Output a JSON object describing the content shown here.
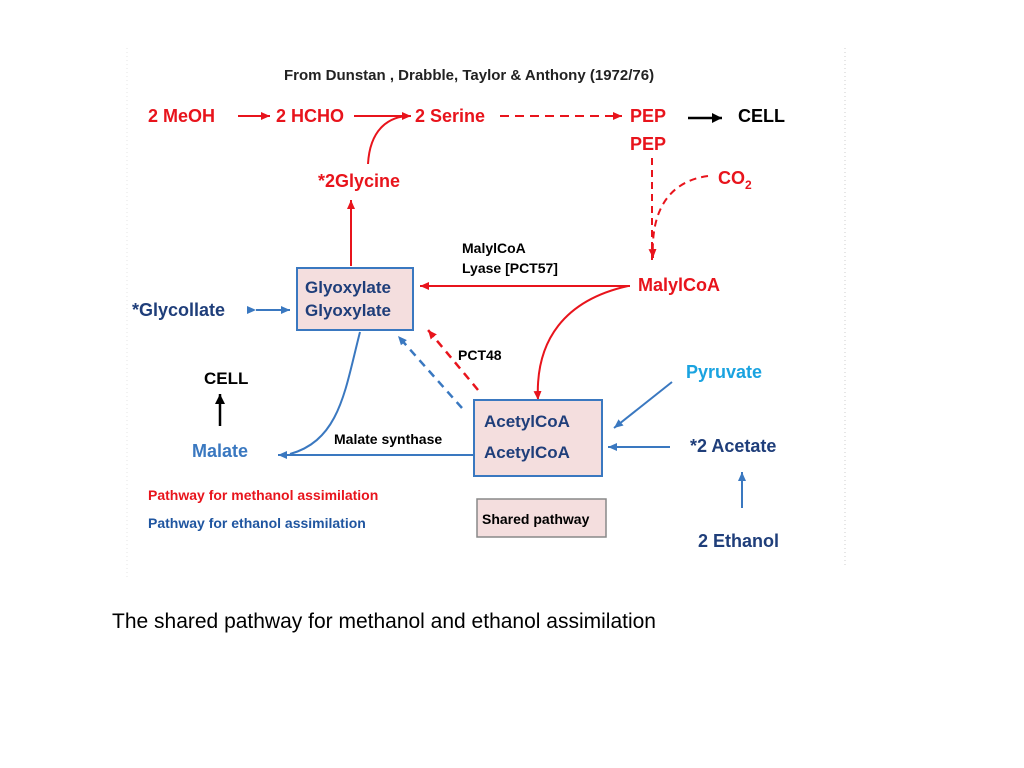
{
  "citation": "From Dunstan , Drabble, Taylor & Anthony (1972/76)",
  "nodes": {
    "meoh": "2 MeOH",
    "hcho": "2 HCHO",
    "serine": "2 Serine",
    "pep_1": "PEP",
    "pep_2": "PEP",
    "cell_top": "CELL",
    "co2_base": "CO",
    "co2_sub": "2",
    "glycine": "*2Glycine",
    "malylcoa": "MalylCoA",
    "glyoxylate_1": "Glyoxylate",
    "glyoxylate_2": "Glyoxylate",
    "glycollate": "*Glycollate",
    "acetylcoa_1": "AcetylCoA",
    "acetylcoa_2": "AcetylCoA",
    "pyruvate": "Pyruvate",
    "acetate": "*2 Acetate",
    "ethanol": "2 Ethanol",
    "cell_left": "CELL",
    "malate": "Malate"
  },
  "enzymes": {
    "malylcoa_lyase_1": "MalylCoA",
    "malylcoa_lyase_2": "Lyase [PCT57]",
    "pct48": "PCT48",
    "malate_synthase": "Malate synthase"
  },
  "legend": {
    "methanol": "Pathway for methanol assimilation",
    "ethanol": "Pathway for ethanol  assimilation",
    "shared": "Shared pathway"
  },
  "colors": {
    "methanol_pathway": "#e8141c",
    "ethanol_pathway": "#3a78c0",
    "node_blue_dark": "#1f3e7a",
    "node_blue_light": "#1aa3e0",
    "shared_box_fill": "#f4dede"
  },
  "caption": "The shared pathway for methanol and ethanol assimilation"
}
